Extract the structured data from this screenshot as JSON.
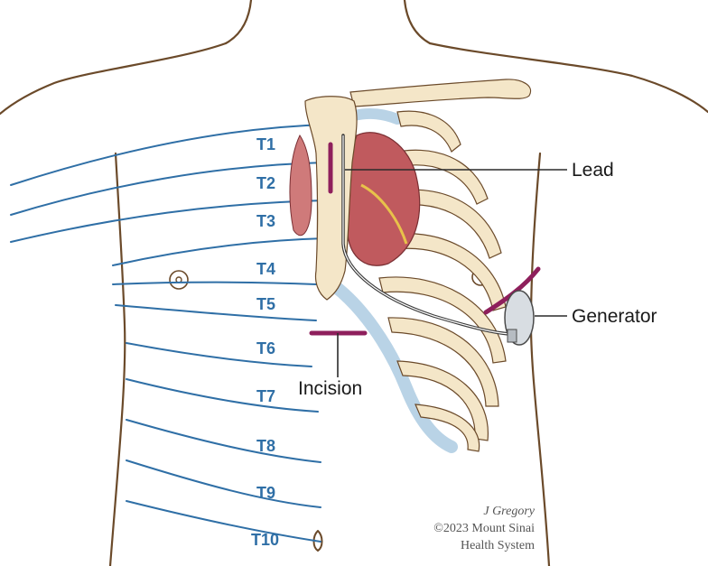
{
  "dermatomes": [
    "T1",
    "T2",
    "T3",
    "T4",
    "T5",
    "T6",
    "T7",
    "T8",
    "T9",
    "T10"
  ],
  "callouts": {
    "lead": "Lead",
    "generator": "Generator",
    "incision": "Incision"
  },
  "credit": {
    "artist": "J Gregory",
    "line2": "©2023 Mount Sinai",
    "line3": "Health System"
  },
  "colors": {
    "outline": "#6b4a2a",
    "dermatome_line": "#2f6fa6",
    "bone": "#f4e6c8",
    "cartilage": "#b9d3e6",
    "heart": "#c05a5e",
    "incision": "#8e1f5c"
  }
}
